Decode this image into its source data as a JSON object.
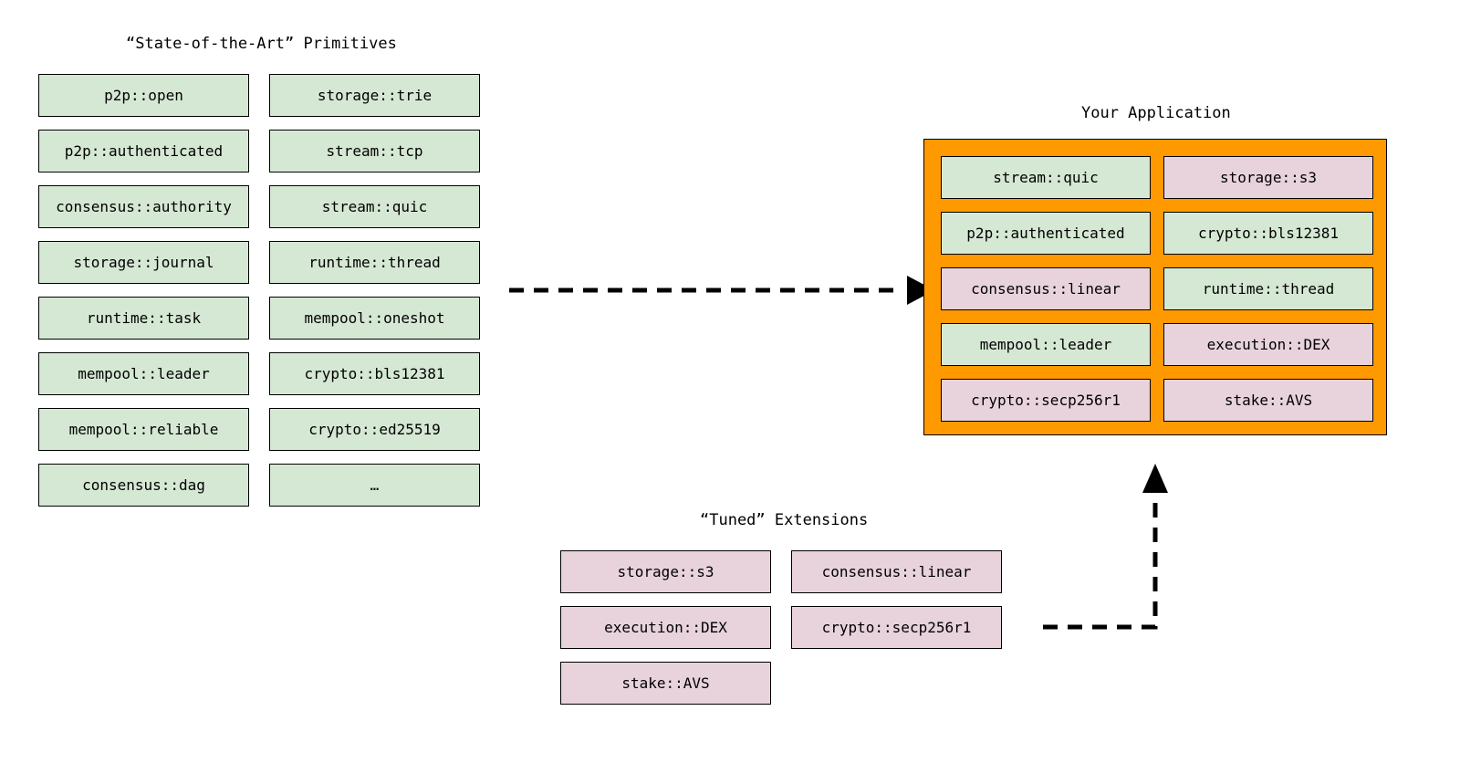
{
  "sections": {
    "primitives": {
      "title": "“State-of-the-Art” Primitives",
      "column1": [
        {
          "label": "p2p::open",
          "color": "green"
        },
        {
          "label": "p2p::authenticated",
          "color": "green"
        },
        {
          "label": "consensus::authority",
          "color": "green"
        },
        {
          "label": "storage::journal",
          "color": "green"
        },
        {
          "label": "runtime::task",
          "color": "green"
        },
        {
          "label": "mempool::leader",
          "color": "green"
        },
        {
          "label": "mempool::reliable",
          "color": "green"
        },
        {
          "label": "consensus::dag",
          "color": "green"
        }
      ],
      "column2": [
        {
          "label": "storage::trie",
          "color": "green"
        },
        {
          "label": "stream::tcp",
          "color": "green"
        },
        {
          "label": "stream::quic",
          "color": "green"
        },
        {
          "label": "runtime::thread",
          "color": "green"
        },
        {
          "label": "mempool::oneshot",
          "color": "green"
        },
        {
          "label": "crypto::bls12381",
          "color": "green"
        },
        {
          "label": "crypto::ed25519",
          "color": "green"
        },
        {
          "label": "…",
          "color": "green"
        }
      ]
    },
    "application": {
      "title": "Your Application",
      "column1": [
        {
          "label": "stream::quic",
          "color": "green"
        },
        {
          "label": "p2p::authenticated",
          "color": "green"
        },
        {
          "label": "consensus::linear",
          "color": "pink"
        },
        {
          "label": "mempool::leader",
          "color": "green"
        },
        {
          "label": "crypto::secp256r1",
          "color": "pink"
        }
      ],
      "column2": [
        {
          "label": "storage::s3",
          "color": "pink"
        },
        {
          "label": "crypto::bls12381",
          "color": "green"
        },
        {
          "label": "runtime::thread",
          "color": "green"
        },
        {
          "label": "execution::DEX",
          "color": "pink"
        },
        {
          "label": "stake::AVS",
          "color": "pink"
        }
      ]
    },
    "extensions": {
      "title": "“Tuned” Extensions",
      "column1": [
        {
          "label": "storage::s3",
          "color": "pink"
        },
        {
          "label": "execution::DEX",
          "color": "pink"
        },
        {
          "label": "stake::AVS",
          "color": "pink"
        }
      ],
      "column2": [
        {
          "label": "consensus::linear",
          "color": "pink"
        },
        {
          "label": "crypto::secp256r1",
          "color": "pink"
        }
      ]
    }
  },
  "colors": {
    "primitive_green": "#d5e8d4",
    "extension_pink": "#e8d3dd",
    "application_orange": "#ff9900",
    "border_black": "#000000",
    "background": "#ffffff"
  },
  "arrows": [
    {
      "name": "primitives-to-application",
      "style": "dashed",
      "direction": "right"
    },
    {
      "name": "extensions-to-application",
      "style": "dashed",
      "direction": "up"
    }
  ]
}
